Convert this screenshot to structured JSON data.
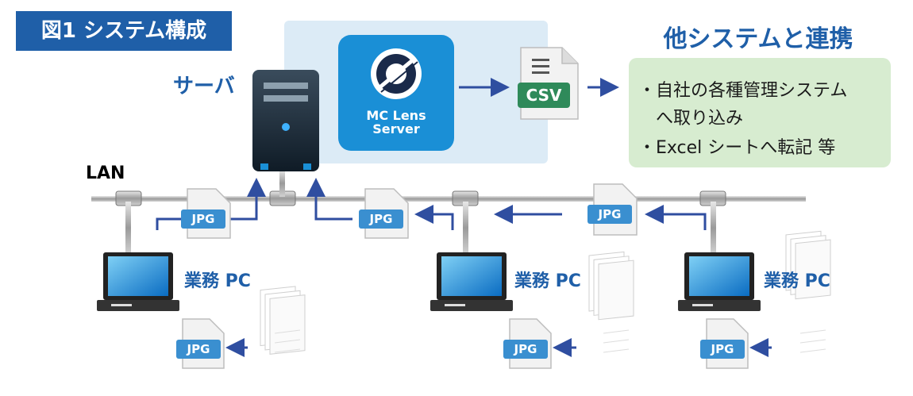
{
  "title": "図1 システム構成",
  "server_label": "サーバ",
  "lan_label": "LAN",
  "app_tile": {
    "line1": "MC Lens",
    "line2": "Server"
  },
  "csv_label": "CSV",
  "jpg_label": "JPG",
  "other_systems": {
    "title": "他システムと連携",
    "items": [
      "・自社の各種管理システム",
      "へ取り込み",
      "・Excel シートへ転記 等"
    ]
  },
  "pc_label": "業務 PC",
  "colors": {
    "title_bg": "#1f5fa8",
    "accent": "#1f5fa8",
    "arrow": "#2f4ea0",
    "panel": "#dcebf6",
    "green": "#d7ecd0"
  }
}
